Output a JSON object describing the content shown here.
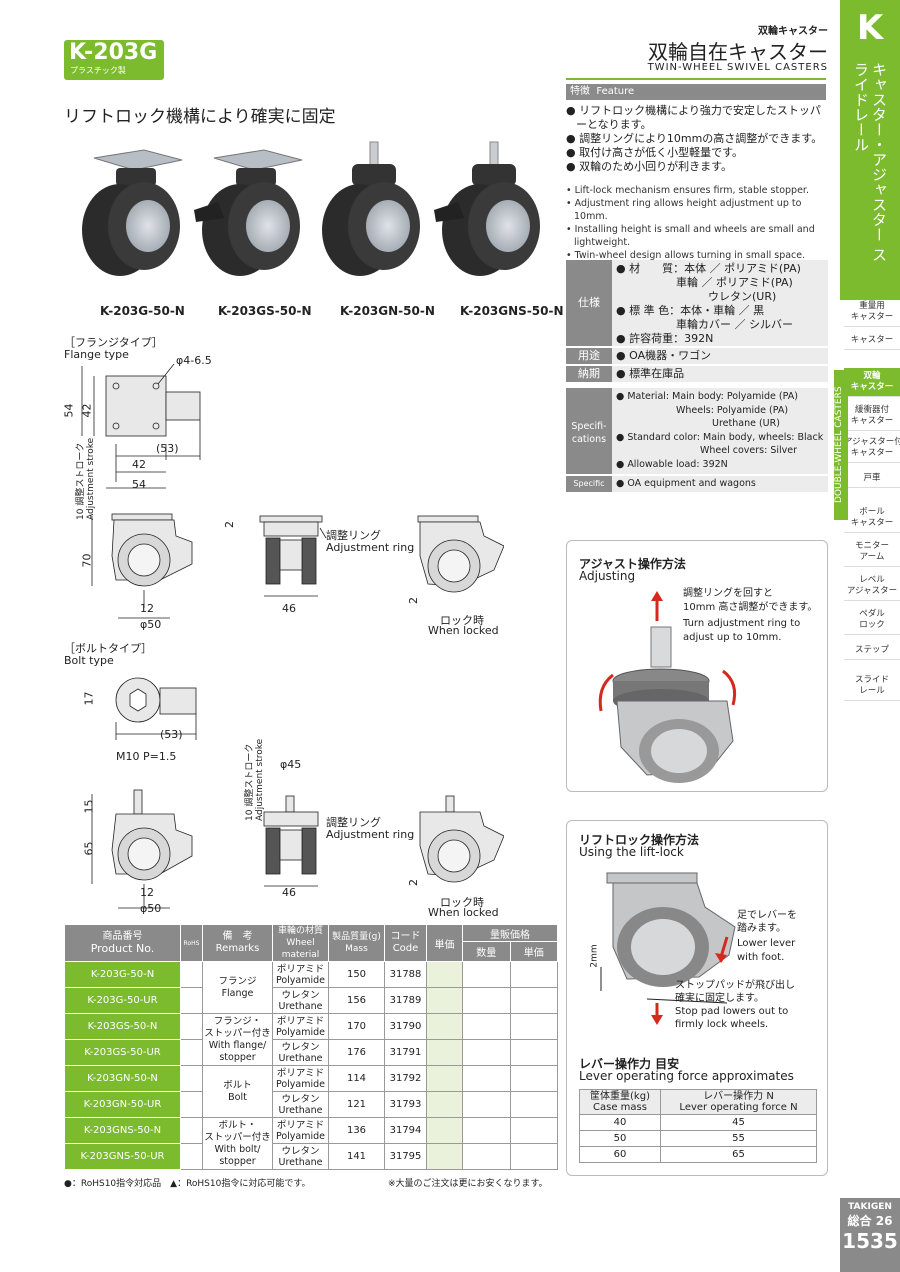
{
  "header": {
    "product_code": "K-203G",
    "product_material": "プラスチック製",
    "category_small": "双輪キャスター",
    "title_jp": "双輪自在キャスター",
    "title_en": "TWIN-WHEEL SWIVEL CASTERS"
  },
  "tab": {
    "letter": "K",
    "vertical_jp": "キャスター・アジャスター スライドレール"
  },
  "side_nav": {
    "items": [
      {
        "label": "重量用\nキャスター"
      },
      {
        "label": "キャスター"
      },
      {
        "label": "双輪\nキャスター",
        "active": true
      },
      {
        "label": "緩衝器付\nキャスター"
      },
      {
        "label": "アジャスター付\nキャスター"
      },
      {
        "label": "戸車"
      },
      {
        "label": "ボール\nキャスター"
      },
      {
        "label": "モニター\nアーム"
      },
      {
        "label": "レベル\nアジャスター"
      },
      {
        "label": "ペダル\nロック"
      },
      {
        "label": "ステップ"
      },
      {
        "label": "スライド\nレール"
      }
    ],
    "vertical_en": "DOUBLE-WHEEL CASTERS"
  },
  "lead": "リフトロック機構により確実に固定",
  "products": [
    {
      "name": "K-203G-50-N"
    },
    {
      "name": "K-203GS-50-N"
    },
    {
      "name": "K-203GN-50-N"
    },
    {
      "name": "K-203GNS-50-N"
    }
  ],
  "feature": {
    "header_jp": "特徴",
    "header_en": "Feature",
    "jp": [
      "リフトロック機構により強力で安定したストッパーとなります。",
      "調整リングにより10mmの高さ調整ができます。",
      "取付け高さが低く小型軽量です。",
      "双輪のため小回りが利きます。"
    ],
    "en": [
      "Lift-lock mechanism ensures firm, stable stopper.",
      "Adjustment ring allows height adjustment up to 10mm.",
      "Installing height is small and wheels are small and lightweight.",
      "Twin-wheel design allows turning in small space."
    ]
  },
  "spec_jp": {
    "label": "仕様",
    "lines": [
      "材　　質：本体 ／ ポリアミド(PA)",
      "車輪 ／ ポリアミド(PA)",
      "ウレタン(UR)",
      "標 準 色：本体・車輪 ／ 黒",
      "車輪カバー ／ シルバー",
      "許容荷重：392N"
    ],
    "use_label": "用途",
    "use": "OA機器・ワゴン",
    "delivery_label": "納期",
    "delivery": "標準在庫品"
  },
  "spec_en": {
    "label1": "Specifi-",
    "label2": "cations",
    "lines": [
      "Material: Main body: Polyamide (PA)",
      "Wheels: Polyamide (PA)",
      "Urethane (UR)",
      "Standard color:  Main body, wheels: Black",
      "Wheel covers: Silver",
      "Allowable load: 392N"
    ],
    "use_label": "Specific use",
    "use": "OA equipment and wagons"
  },
  "drawings": {
    "flange_jp": "［フランジタイプ］",
    "flange_en": "Flange type",
    "bolt_jp": "［ボルトタイプ］",
    "bolt_en": "Bolt type",
    "hole": "φ4-6.5",
    "d54": "54",
    "d42": "42",
    "d53": "(53)",
    "d42b": "42",
    "d54b": "54",
    "stroke_jp": "10 調整ストローク",
    "stroke_en": "Adjustment stroke",
    "d10": "10",
    "d70": "70",
    "d2": "2",
    "d12": "12",
    "d50": "φ50",
    "d46": "46",
    "ring_jp": "調整リング",
    "ring_en": "Adjustment ring",
    "locked_jp": "ロック時",
    "locked_en": "When locked",
    "d2b": "2",
    "d17": "17",
    "d53b": "(53)",
    "m10": "M10 P=1.5",
    "d45": "φ45",
    "d15": "15",
    "d65": "65",
    "d12b": "12",
    "d50b": "φ50",
    "d46b": "46",
    "d2c": "2",
    "stroke2": "10 調整ストローク  Adjustment stroke"
  },
  "adjusting": {
    "title_jp": "アジャスト操作方法",
    "title_en": "Adjusting",
    "text_jp": "調整リングを回すと\n10mm 高さ調整ができます。",
    "text_en": "Turn adjustment ring to\nadjust up to 10mm."
  },
  "liftlock": {
    "title_jp": "リフトロック操作方法",
    "title_en": "Using the lift-lock",
    "t1_jp": "足でレバーを\n踏みます。",
    "t1_en": "Lower lever\nwith foot.",
    "t2_jp": "ストップパッドが飛び出し\n確実に固定します。",
    "t2_en": "Stop pad lowers out to\nfirmly lock wheels.",
    "dim": "2mm"
  },
  "lever": {
    "title_jp": "レバー操作力 目安",
    "title_en": "Lever operating force approximates",
    "head1_jp": "筐体重量(kg)",
    "head1_en": "Case mass",
    "head2_jp": "レバー操作力 N",
    "head2_en": "Lever operating force N",
    "rows": [
      [
        "40",
        "45"
      ],
      [
        "50",
        "55"
      ],
      [
        "60",
        "65"
      ]
    ]
  },
  "table": {
    "h_product_jp": "商品番号",
    "h_product_en": "Product No.",
    "h_rohs": "RoHS",
    "h_rem_jp": "備　考",
    "h_rem_en": "Remarks",
    "h_wheel_jp": "車輪の材質",
    "h_wheel_en": "Wheel material",
    "h_mass_jp": "製品質量(g)",
    "h_mass_en": "Mass",
    "h_code_jp": "コード",
    "h_code_en": "Code",
    "h_price": "単価",
    "h_bulk": "量販価格",
    "h_qty": "数量",
    "h_uprice": "単価",
    "rows": [
      {
        "no": "K-203G-50-N",
        "mat_jp": "ポリアミド",
        "mat_en": "Polyamide",
        "mass": "150",
        "code": "31788"
      },
      {
        "no": "K-203G-50-UR",
        "mat_jp": "ウレタン",
        "mat_en": "Urethane",
        "mass": "156",
        "code": "31789"
      },
      {
        "no": "K-203GS-50-N",
        "mat_jp": "ポリアミド",
        "mat_en": "Polyamide",
        "mass": "170",
        "code": "31790"
      },
      {
        "no": "K-203GS-50-UR",
        "mat_jp": "ウレタン",
        "mat_en": "Urethane",
        "mass": "176",
        "code": "31791"
      },
      {
        "no": "K-203GN-50-N",
        "mat_jp": "ポリアミド",
        "mat_en": "Polyamide",
        "mass": "114",
        "code": "31792"
      },
      {
        "no": "K-203GN-50-UR",
        "mat_jp": "ウレタン",
        "mat_en": "Urethane",
        "mass": "121",
        "code": "31793"
      },
      {
        "no": "K-203GNS-50-N",
        "mat_jp": "ポリアミド",
        "mat_en": "Polyamide",
        "mass": "136",
        "code": "31794"
      },
      {
        "no": "K-203GNS-50-UR",
        "mat_jp": "ウレタン",
        "mat_en": "Urethane",
        "mass": "141",
        "code": "31795"
      }
    ],
    "remarks": [
      {
        "jp": "フランジ",
        "en": "Flange"
      },
      {
        "jp": "フランジ・\nストッパー付き",
        "en": "With flange/\nstopper"
      },
      {
        "jp": "ボルト",
        "en": "Bolt"
      },
      {
        "jp": "ボルト・\nストッパー付き",
        "en": "With bolt/\nstopper"
      }
    ]
  },
  "footnote": {
    "left": "●：RoHS10指令対応品　▲：RoHS10指令に対応可能です。",
    "right": "※大量のご注文は更にお安くなります。"
  },
  "footer": {
    "brand": "TAKIGEN",
    "index_jp": "総合",
    "index_no": "26",
    "page": "1535"
  },
  "colors": {
    "accent": "#7cbb2d",
    "gray": "#8a8a8a",
    "dark": "#3a3a3a"
  }
}
